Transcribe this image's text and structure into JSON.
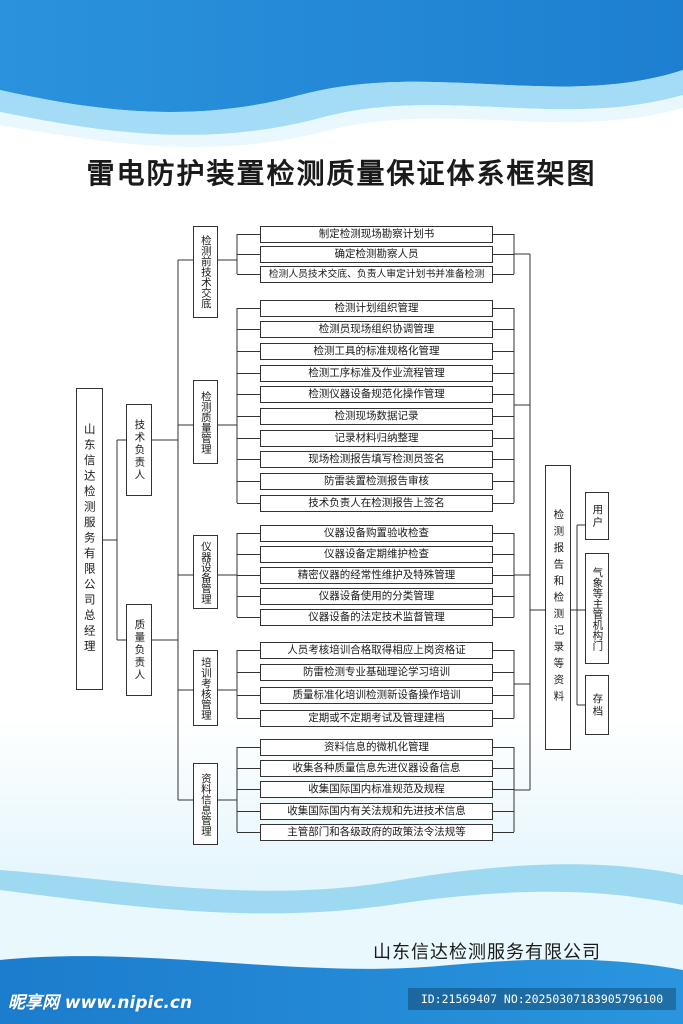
{
  "title": "雷电防护装置检测质量保证体系框架图",
  "root": "山东信达检测服务有限公司总经理",
  "managers": [
    "技术负责人",
    "质量负责人"
  ],
  "groups": [
    {
      "name": "检测前技术交底",
      "items": [
        "制定检测现场勘察计划书",
        "确定检测勘察人员",
        "检测人员技术交底、负责人审定计划书并准备检测"
      ]
    },
    {
      "name": "检测质量管理",
      "items": [
        "检测计划组织管理",
        "检测员现场组织协调管理",
        "检测工具的标准规格化管理",
        "检测工序标准及作业流程管理",
        "检测仪器设备规范化操作管理",
        "检测现场数据记录",
        "记录材料归纳整理",
        "现场检测报告填写检测员签名",
        "防雷装置检测报告审核",
        "技术负责人在检测报告上签名"
      ]
    },
    {
      "name": "仪器设备管理",
      "items": [
        "仪器设备购置验收检查",
        "仪器设备定期维护检查",
        "精密仪器的经常性维护及特殊管理",
        "仪器设备使用的分类管理",
        "仪器设备的法定技术监督管理"
      ]
    },
    {
      "name": "培训考核管理",
      "items": [
        "人员考核培训合格取得相应上岗资格证",
        "防雷检测专业基础理论学习培训",
        "质量标准化培训检测新设备操作培训",
        "定期或不定期考试及管理建档"
      ]
    },
    {
      "name": "资料信息管理",
      "items": [
        "资料信息的微机化管理",
        "收集各种质量信息先进仪器设备信息",
        "收集国际国内标准规范及规程",
        "收集国际国内有关法规和先进技术信息",
        "主管部门和各级政府的政策法令法规等"
      ]
    }
  ],
  "records": "检测报告和检测记录等资料",
  "destinations": [
    "用户",
    "气象等主管机构门",
    "存档"
  ],
  "company": "山东信达检测服务有限公司",
  "watermark": {
    "site": "昵享网 www.nipic.cn",
    "id": "ID:21569407 NO:20250307183905796100"
  },
  "colors": {
    "bg_blue": "#1e88d6",
    "light_blue": "#d6f1fb"
  }
}
